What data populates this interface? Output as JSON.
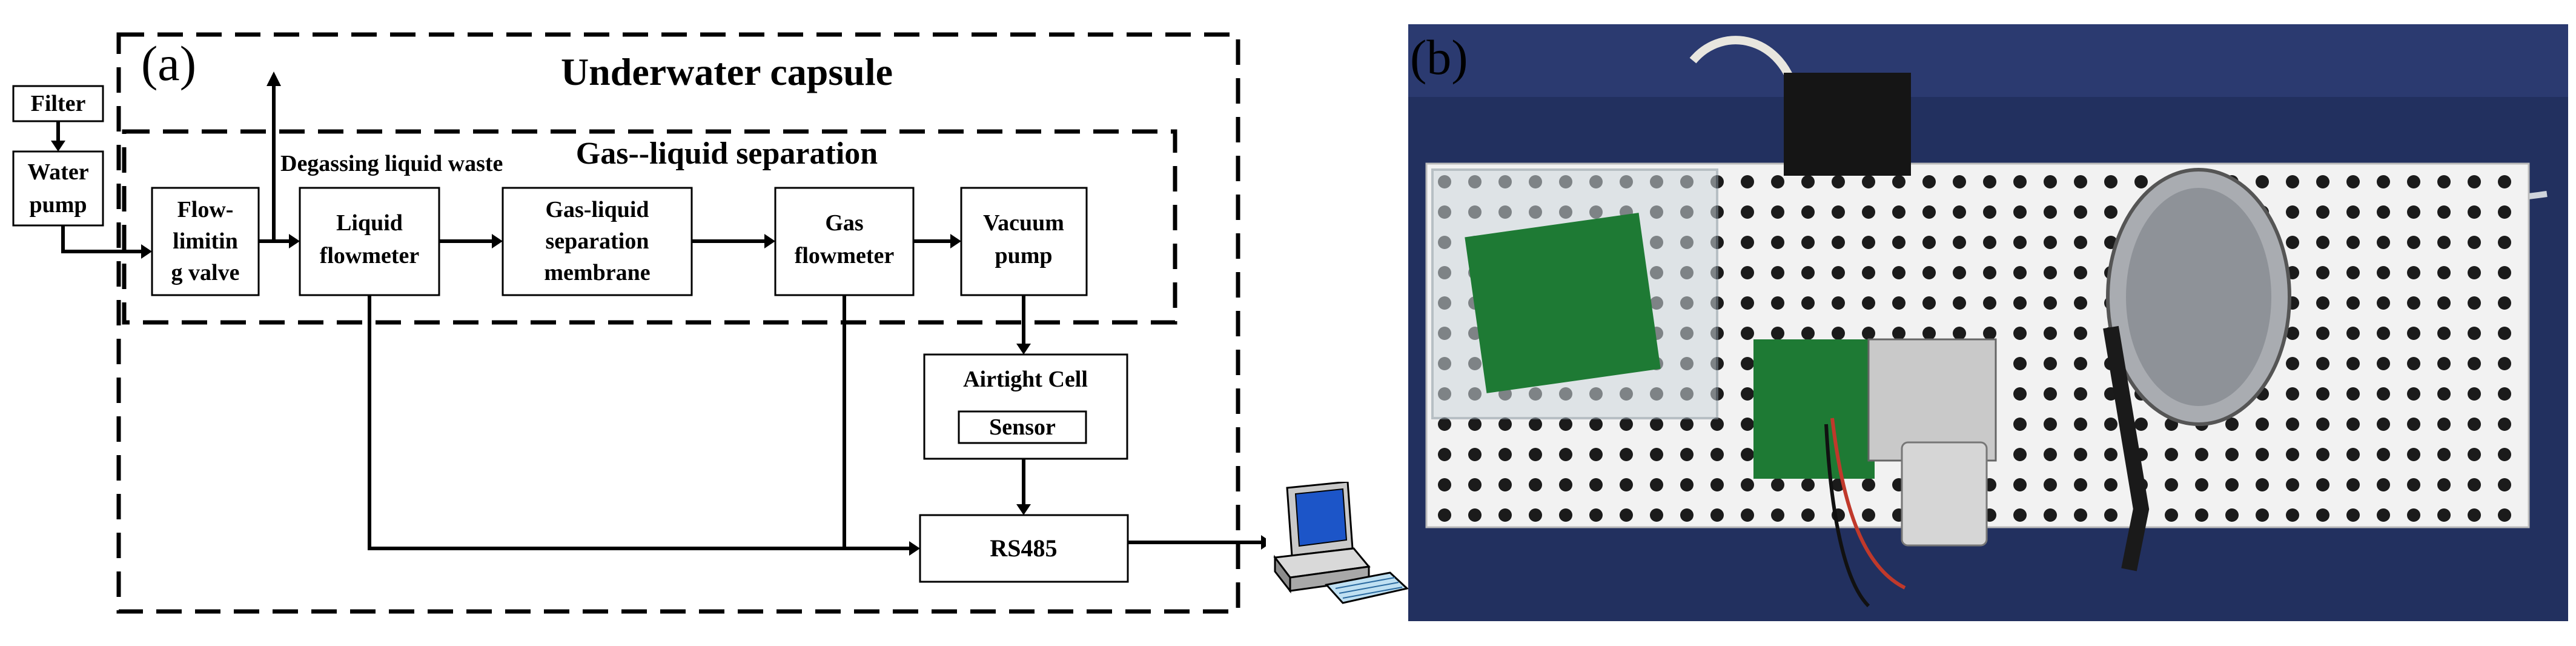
{
  "panel_a": {
    "label": "(a)",
    "capsule_title": "Underwater capsule",
    "separation_title": "Gas--liquid separation",
    "degassing_label": "Degassing liquid waste",
    "filter": "Filter",
    "water_pump": [
      "Water",
      "pump"
    ],
    "flow_limiting_valve": [
      "Flow-",
      "limitin",
      "g valve"
    ],
    "liquid_flowmeter": [
      "Liquid",
      "flowmeter"
    ],
    "membrane": [
      "Gas-liquid",
      "separation",
      "membrane"
    ],
    "gas_flowmeter": [
      "Gas",
      "flowmeter"
    ],
    "vacuum_pump": [
      "Vacuum",
      "pump"
    ],
    "airtight_cell": "Airtight Cell",
    "sensor": "Sensor",
    "rs485": "RS485",
    "computer_icon": "computer-icon"
  },
  "panel_b": {
    "label": "(b)"
  },
  "colors": {
    "line": "#000000",
    "photo_background": "#1f2d63",
    "board": "#f2f2f2",
    "pcb": "#1e7a34"
  }
}
